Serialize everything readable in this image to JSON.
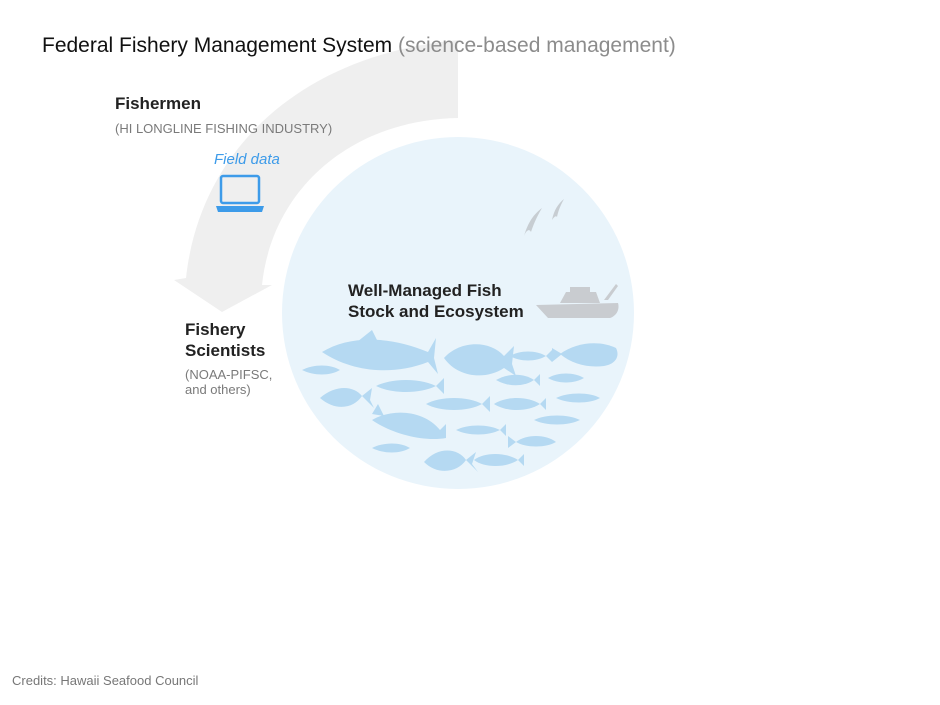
{
  "title": {
    "main": "Federal Fishery Management System",
    "subtitle": "(science-based management)"
  },
  "fishermen": {
    "name": "Fishermen",
    "org": "(HI LONGLINE FISHING INDUSTRY)"
  },
  "field_data": "Field data",
  "scientists": {
    "name_line1": "Fishery",
    "name_line2": "Scientists",
    "org_line1": "(NOAA-PIFSC,",
    "org_line2": "and others)"
  },
  "ecosystem": {
    "line1": "Well-Managed Fish",
    "line2": "Stock and Ecosystem"
  },
  "credits": "Credits: Hawaii Seafood Council",
  "colors": {
    "circle": "#e9f4fb",
    "fish": "#b5d9f2",
    "arrow": "#efefef",
    "accent": "#3d9be9",
    "boat": "#c9ccd0"
  },
  "icons": [
    "laptop-icon",
    "curved-arrow-icon",
    "bird-icon",
    "boat-icon",
    "fish-icon"
  ]
}
